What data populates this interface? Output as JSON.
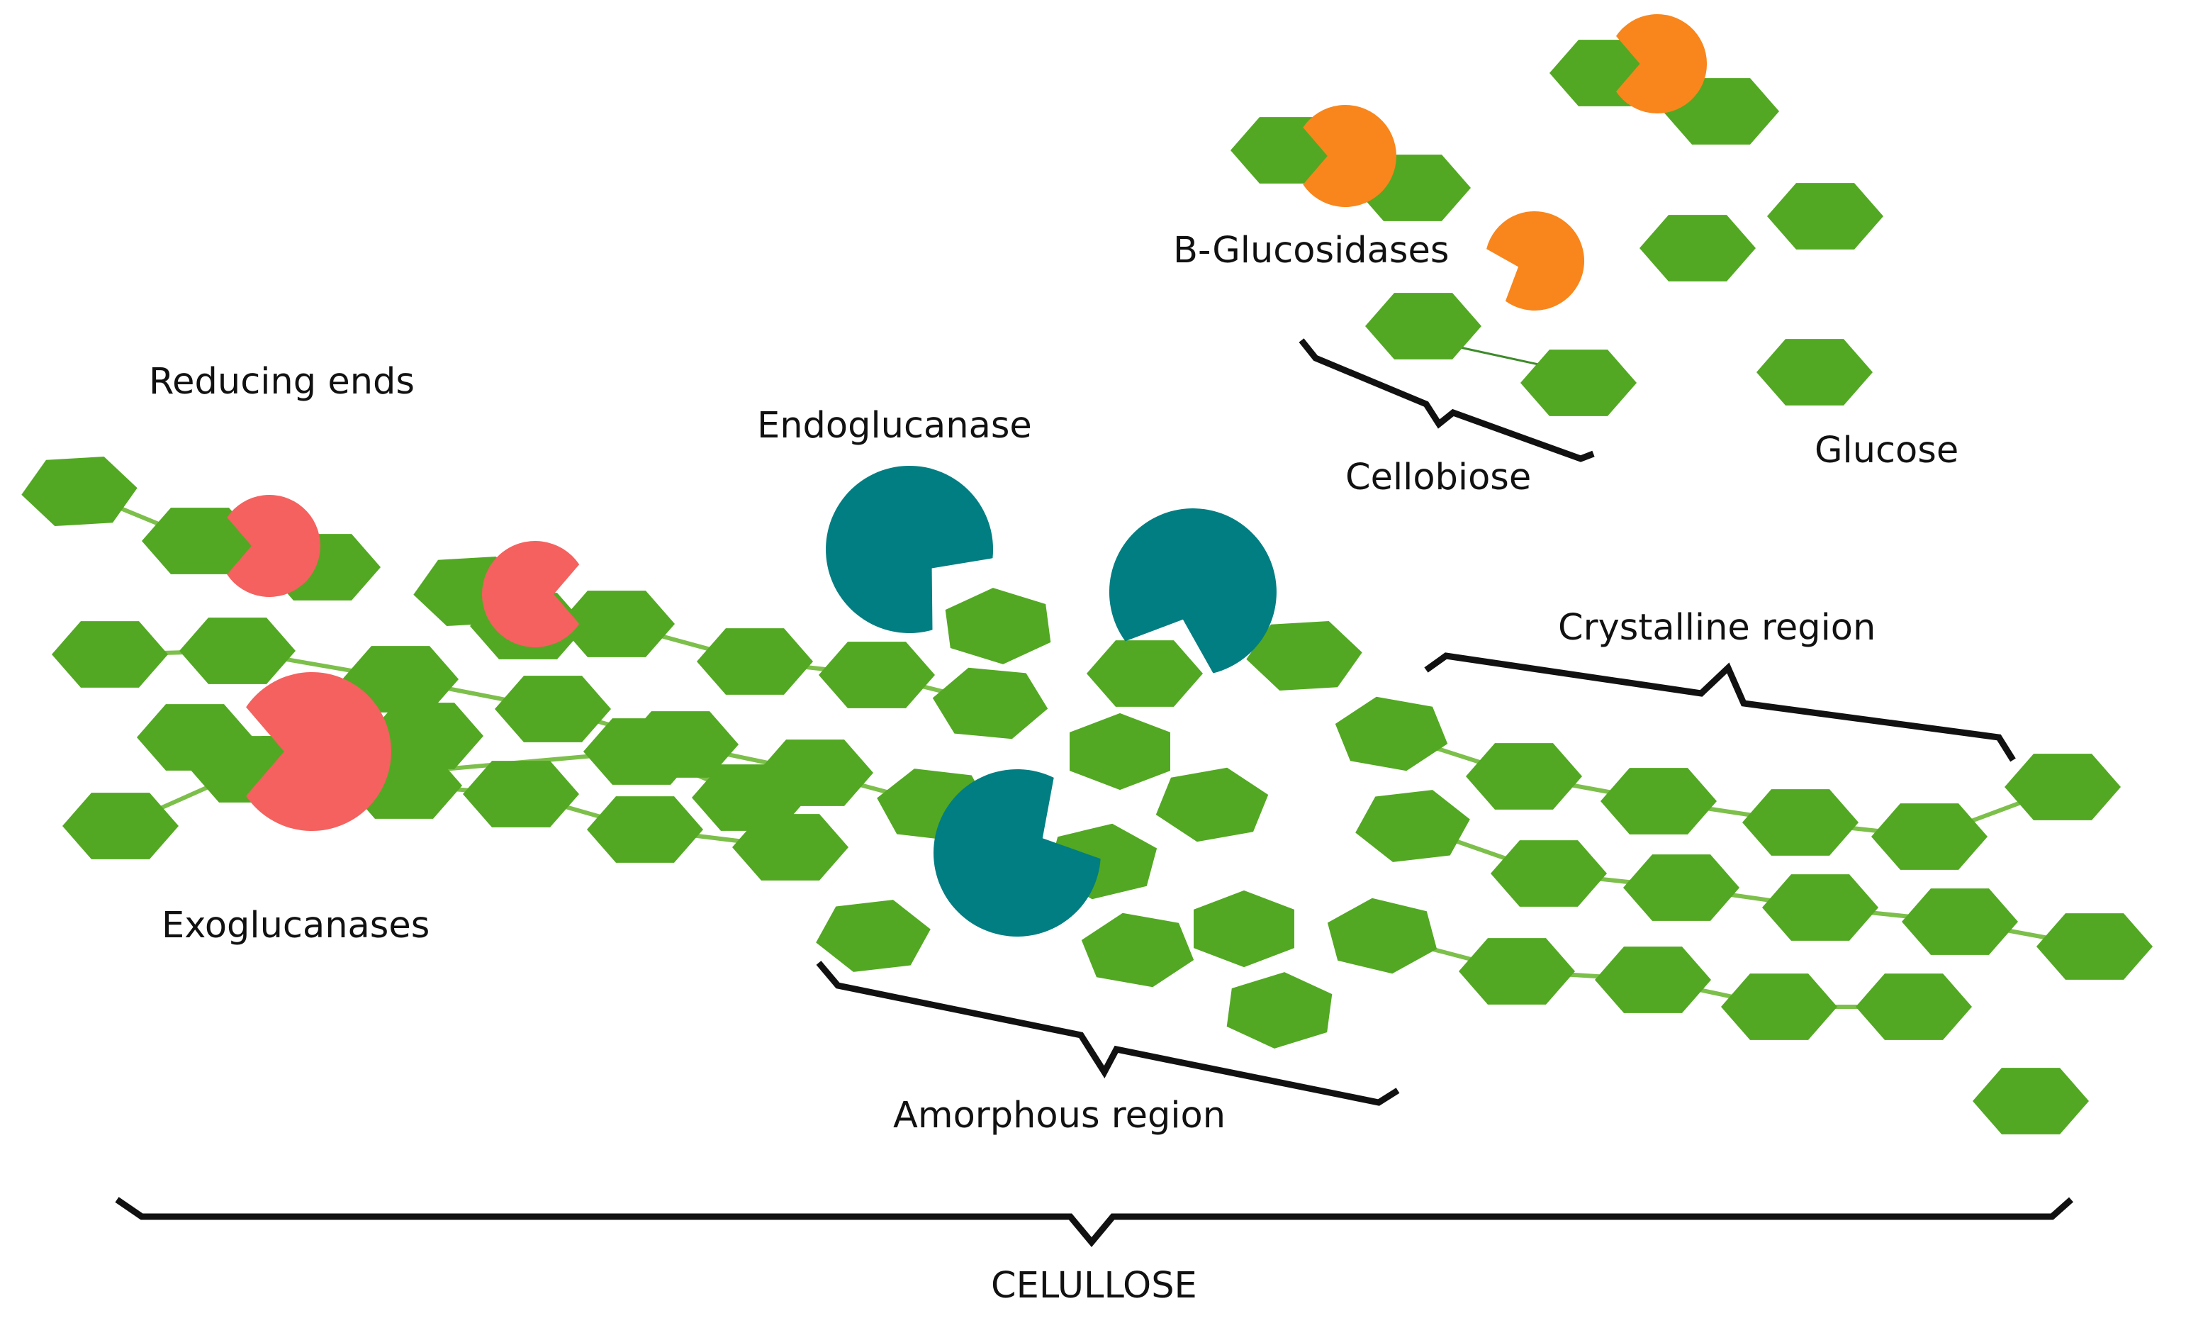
{
  "labels": {
    "reducing_ends": "Reducing ends",
    "endoglucanase": "Endoglucanase",
    "b_glucosidases": "B-Glucosidases",
    "cellobiose": "Cellobiose",
    "glucose": "Glucose",
    "crystalline_region": "Crystalline region",
    "exoglucanases": "Exoglucanases",
    "amorphous_region": "Amorphous region",
    "cellulose": "CELULLOSE"
  },
  "colors": {
    "glucose_unit": "#52a822",
    "exoglucanase": "#f4615e",
    "endoglucanase": "#017e82",
    "b_glucosidase": "#f8861c",
    "glycosidic_bond": "#7cbf4a",
    "brace": "#111111"
  },
  "icons": {
    "glucose_unit": "hexagon-icon",
    "enzyme": "pacman-icon"
  }
}
